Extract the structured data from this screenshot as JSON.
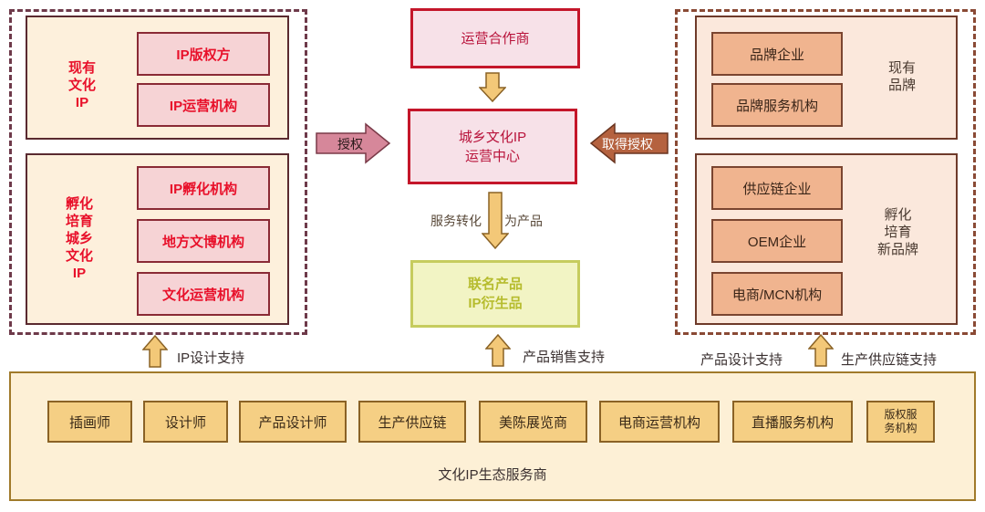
{
  "left": {
    "existing": {
      "label": "现有\n文化\nIP",
      "items": [
        "IP版权方",
        "IP运营机构"
      ]
    },
    "incubate": {
      "label": "孵化\n培育\n城乡\n文化\nIP",
      "items": [
        "IP孵化机构",
        "地方文博机构",
        "文化运营机构"
      ]
    },
    "support": "IP设计支持"
  },
  "center": {
    "partner": "运营合作商",
    "hub": "城乡文化IP\n运营中心",
    "service_left": "服务转化",
    "service_right": "为产品",
    "product": "联名产品\nIP衍生品",
    "support": "产品销售支持"
  },
  "arrows": {
    "authorize": "授权",
    "obtain": "取得授权"
  },
  "right": {
    "existing": {
      "label": "现有\n品牌",
      "items": [
        "品牌企业",
        "品牌服务机构"
      ]
    },
    "incubate": {
      "label": "孵化\n培育\n新品牌",
      "items": [
        "供应链企业",
        "OEM企业",
        "电商/MCN机构"
      ]
    },
    "support_left": "产品设计支持",
    "support_right": "生产供应链支持"
  },
  "ecosystem": {
    "items": [
      "插画师",
      "设计师",
      "产品设计师",
      "生产供应链",
      "美陈展览商",
      "电商运营机构",
      "直播服务机构",
      "版权服\n务机构"
    ],
    "title": "文化IP生态服务商"
  },
  "colors": {
    "arrow_fill": "#f3c878",
    "arrow_stroke": "#8a6225",
    "authorize_fill": "#d6879a",
    "obtain_fill": "#b5623f"
  }
}
